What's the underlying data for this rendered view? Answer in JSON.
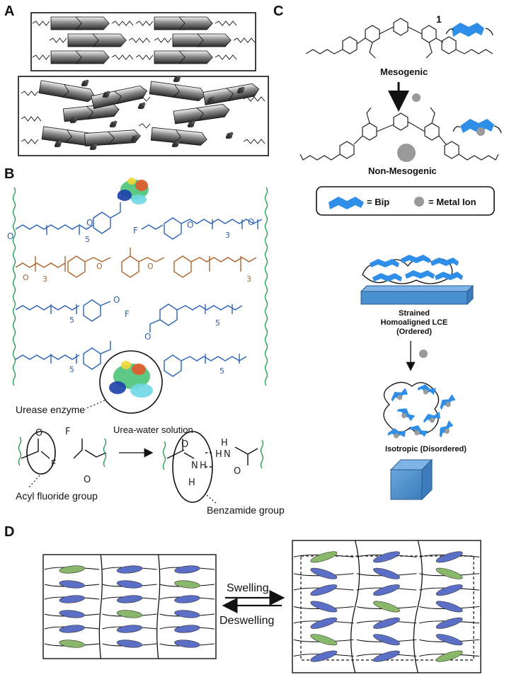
{
  "panels": {
    "a": "A",
    "b": "B",
    "c": "C",
    "d": "D"
  },
  "panel_b": {
    "enzyme_label": "Urease enzyme",
    "reaction_arrow_label": "Urea-water solution",
    "reactant_group_label": "Acyl fluoride group",
    "product_group_label": "Benzamide group",
    "subscripts": [
      "5",
      "3",
      "3",
      "5",
      "5",
      "5",
      "5"
    ],
    "atoms": [
      "O",
      "F",
      "N",
      "H"
    ]
  },
  "panel_c": {
    "compound_number": "1",
    "top_label": "Mesogenic",
    "bottom_label": "Non-Mesogenic",
    "legend_bip": "= Bip",
    "legend_metal": "= Metal Ion",
    "lce_label_lines": [
      "Strained",
      "Homoaligned LCE",
      "(Ordered)"
    ],
    "isotropic_label": "Isotropic (Disordered)",
    "colors": {
      "bip": "#2f8fe8",
      "metal": "#9a9a9a",
      "block": "#4a8fd0"
    }
  },
  "panel_d": {
    "forward_label": "Swelling",
    "reverse_label": "Deswelling",
    "colors": {
      "mesogen_blue": "#5b6fc6",
      "mesogen_green": "#8ab86a"
    }
  }
}
